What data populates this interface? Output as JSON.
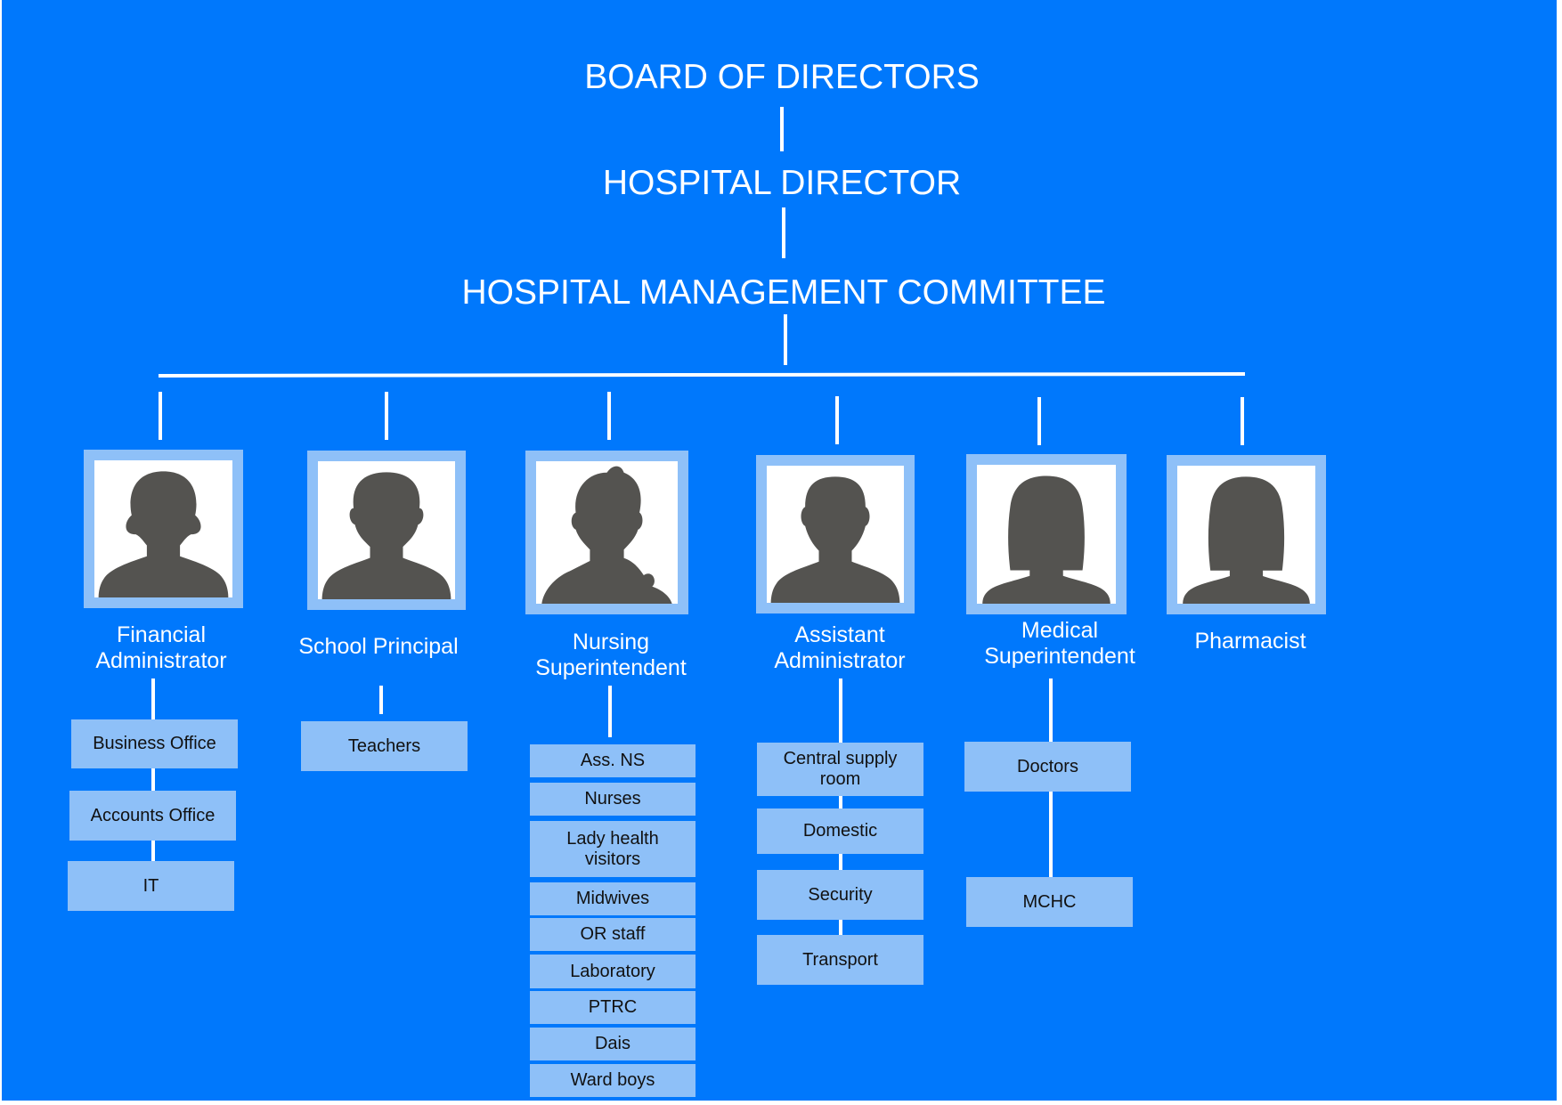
{
  "chart": {
    "levels": {
      "board": "BOARD OF DIRECTORS",
      "director": "HOSPITAL DIRECTOR",
      "committee": "HOSPITAL MANAGEMENT COMMITTEE"
    },
    "roles": [
      {
        "line1": "Financial",
        "line2": "Administrator",
        "avatar": "female-short-hair-avatar-icon",
        "units": [
          "Business Office",
          "Accounts Office",
          "IT"
        ]
      },
      {
        "line1": "School Principal",
        "line2": "",
        "avatar": "male-avatar-icon",
        "units": [
          "Teachers"
        ]
      },
      {
        "line1": "Nursing",
        "line2": "Superintendent",
        "avatar": "female-ponytail-avatar-icon",
        "units": [
          "Ass. NS",
          "Nurses",
          "Lady health visitors",
          "Midwives",
          "OR staff",
          "Laboratory",
          "PTRC",
          "Dais",
          "Ward boys"
        ]
      },
      {
        "line1": "Assistant",
        "line2": "Administrator",
        "avatar": "male-avatar-icon",
        "units": [
          "Central supply room",
          "Domestic",
          "Security",
          "Transport"
        ]
      },
      {
        "line1": "Medical",
        "line2": "Superintendent",
        "avatar": "female-long-hair-avatar-icon",
        "units": [
          "Doctors",
          "MCHC"
        ]
      },
      {
        "line1": "Pharmacist",
        "line2": "",
        "avatar": "female-long-hair-avatar-icon",
        "units": []
      }
    ]
  },
  "colors": {
    "background": "#0078fc",
    "frame": "#8ec0f8",
    "silhouette": "#545350",
    "text_light": "#ffffff",
    "text_dark": "#111111"
  }
}
